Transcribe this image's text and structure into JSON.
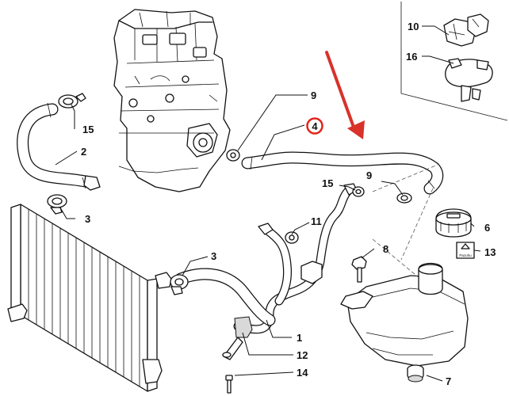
{
  "callouts": [
    {
      "id": "callout-10",
      "label": "10"
    },
    {
      "id": "callout-16",
      "label": "16"
    },
    {
      "id": "callout-9a",
      "label": "9"
    },
    {
      "id": "callout-4",
      "label": "4"
    },
    {
      "id": "callout-15a",
      "label": "15"
    },
    {
      "id": "callout-2",
      "label": "2"
    },
    {
      "id": "callout-3a",
      "label": "3"
    },
    {
      "id": "callout-15b",
      "label": "15"
    },
    {
      "id": "callout-9b",
      "label": "9"
    },
    {
      "id": "callout-11",
      "label": "11"
    },
    {
      "id": "callout-6",
      "label": "6"
    },
    {
      "id": "callout-8",
      "label": "8"
    },
    {
      "id": "callout-13",
      "label": "13"
    },
    {
      "id": "callout-3b",
      "label": "3"
    },
    {
      "id": "callout-1",
      "label": "1"
    },
    {
      "id": "callout-12",
      "label": "12"
    },
    {
      "id": "callout-14",
      "label": "14"
    },
    {
      "id": "callout-7",
      "label": "7"
    }
  ],
  "cap_warning_text": "Pazuhu",
  "colors": {
    "highlight": "#e0261b",
    "arrow": "#d8322a",
    "line": "#111111"
  }
}
